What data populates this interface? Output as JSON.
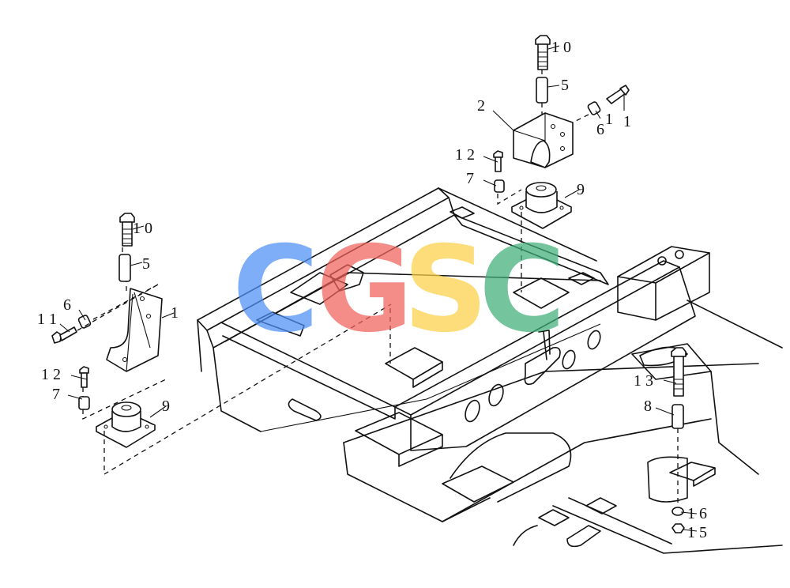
{
  "watermark": {
    "letters": [
      {
        "char": "C",
        "color": "#4f8ff7"
      },
      {
        "char": "G",
        "color": "#f0605a"
      },
      {
        "char": "S",
        "color": "#fbd148"
      },
      {
        "char": "C",
        "color": "#3fb07a"
      }
    ]
  },
  "callouts": {
    "left_bolt_long": "1 0",
    "left_spacer": "5",
    "left_bracket": "1",
    "left_small_bolt": "1 1",
    "left_small_sleeve": "6",
    "left_short_bolt": "1 2",
    "left_washer": "7",
    "left_mount": "9",
    "right_bolt_long": "1 0",
    "right_spacer": "5",
    "right_bracket": "2",
    "right_small_sleeve": "6",
    "right_small_bolt_a": "1",
    "right_small_bolt_b": "1",
    "right_short_bolt": "1 2",
    "right_washer": "7",
    "right_mount": "9",
    "rear_bolt": "1 3",
    "rear_spacer": "8",
    "rear_washer": "1 6",
    "rear_nut": "1 5"
  }
}
